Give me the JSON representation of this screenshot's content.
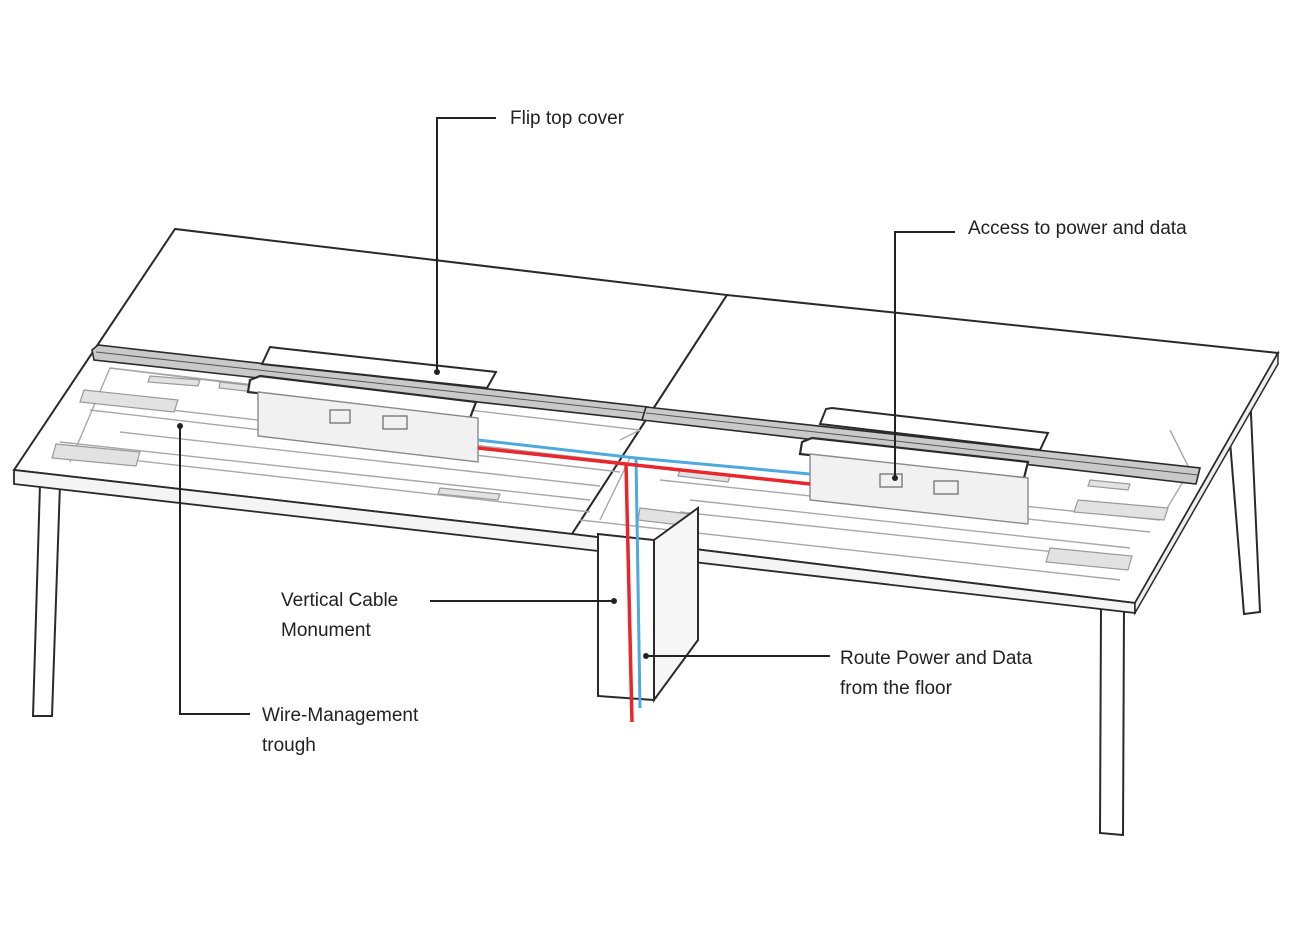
{
  "labels": {
    "flip_top_cover": "Flip top cover",
    "access_power_data": "Access to power and data",
    "vertical_cable_line1": "Vertical Cable",
    "vertical_cable_line2": "Monument",
    "route_line1": "Route Power and Data",
    "route_line2": "from the floor",
    "wire_mgmt_line1": "Wire-Management",
    "wire_mgmt_line2": "trough"
  },
  "colors": {
    "outline": "#2a2a2a",
    "light_line": "#9a9a9a",
    "power_cable": "#e8262c",
    "data_cable": "#4fa9df",
    "trough_fill": "#c9c9c9",
    "leader": "#222222"
  }
}
